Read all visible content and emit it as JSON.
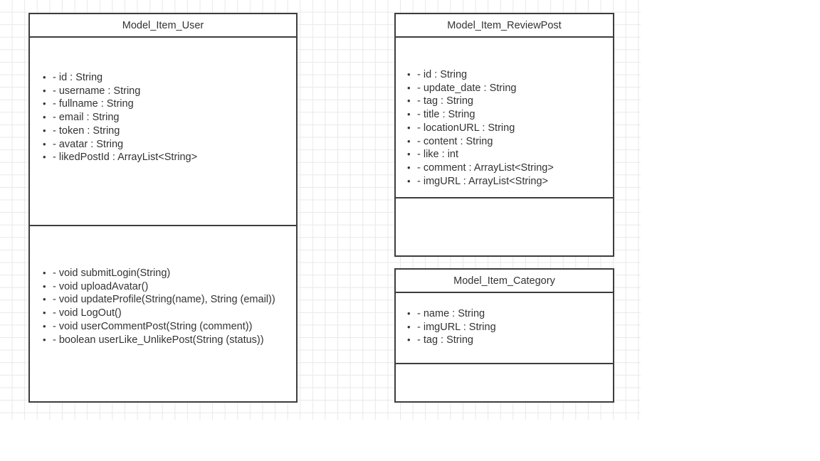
{
  "diagram": {
    "type": "uml-class-diagram",
    "background": "#ffffff",
    "grid_color": "#e8e8e8",
    "border_color": "#3d3d3d",
    "text_color": "#333333",
    "classes": [
      {
        "id": "user",
        "name": "Model_Item_User",
        "attributes": [
          "- id : String",
          "- username : String",
          "- fullname : String",
          "- email : String",
          "- token : String",
          "- avatar : String",
          "- likedPostId : ArrayList<String>"
        ],
        "methods": [
          "- void submitLogin(String)",
          "- void uploadAvatar()",
          "- void updateProfile(String(name), String (email))",
          "- void LogOut()",
          "- void userCommentPost(String (comment))",
          "- boolean userLike_UnlikePost(String (status))"
        ]
      },
      {
        "id": "reviewpost",
        "name": "Model_Item_ReviewPost",
        "attributes": [
          "- id : String",
          "- update_date : String",
          "- tag : String",
          "- title : String",
          "- locationURL : String",
          "- content : String",
          "- like : int",
          "- comment : ArrayList<String>",
          "- imgURL : ArrayList<String>"
        ],
        "methods": []
      },
      {
        "id": "category",
        "name": "Model_Item_Category",
        "attributes": [
          "- name : String",
          "- imgURL : String",
          "- tag : String"
        ],
        "methods": []
      }
    ]
  }
}
